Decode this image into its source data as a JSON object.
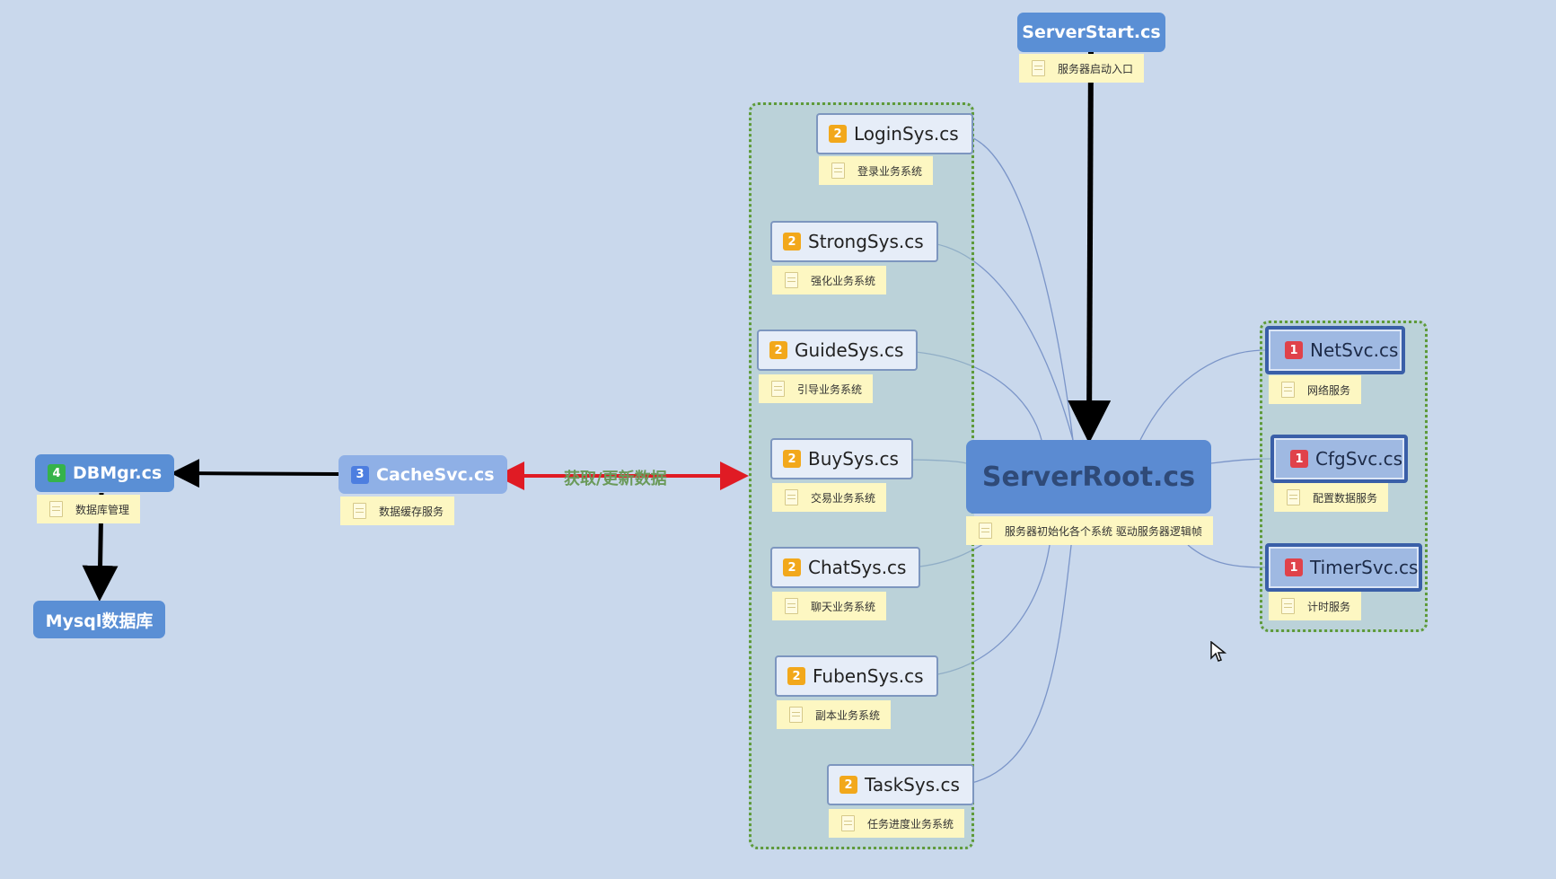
{
  "colors": {
    "background": "#c9d8ec",
    "group_border": "#5e9a3a",
    "connector": "#7b95c8",
    "arrow_black": "#000000",
    "arrow_red": "#e01b24",
    "badge_1": "#e0424a",
    "badge_2": "#f2a81b",
    "badge_3": "#4d7ee0",
    "badge_4": "#35b34a"
  },
  "nodes": {
    "server_start": {
      "label": "ServerStart.cs",
      "note": "服务器启动入口"
    },
    "server_root": {
      "label": "ServerRoot.cs",
      "note": "服务器初始化各个系统 驱动服务器逻辑帧"
    },
    "login": {
      "badge": "2",
      "label": "LoginSys.cs",
      "note": "登录业务系统"
    },
    "strong": {
      "badge": "2",
      "label": "StrongSys.cs",
      "note": "强化业务系统"
    },
    "guide": {
      "badge": "2",
      "label": "GuideSys.cs",
      "note": "引导业务系统"
    },
    "buy": {
      "badge": "2",
      "label": "BuySys.cs",
      "note": "交易业务系统"
    },
    "chat": {
      "badge": "2",
      "label": "ChatSys.cs",
      "note": "聊天业务系统"
    },
    "fuben": {
      "badge": "2",
      "label": "FubenSys.cs",
      "note": "副本业务系统"
    },
    "task": {
      "badge": "2",
      "label": "TaskSys.cs",
      "note": "任务进度业务系统"
    },
    "net": {
      "badge": "1",
      "label": "NetSvc.cs",
      "note": "网络服务"
    },
    "cfg": {
      "badge": "1",
      "label": "CfgSvc.cs",
      "note": "配置数据服务"
    },
    "timer": {
      "badge": "1",
      "label": "TimerSvc.cs",
      "note": "计时服务"
    },
    "cache": {
      "badge": "3",
      "label": "CacheSvc.cs",
      "note": "数据缓存服务"
    },
    "dbmgr": {
      "badge": "4",
      "label": "DBMgr.cs",
      "note": "数据库管理"
    },
    "mysql": {
      "label": "Mysql数据库"
    }
  },
  "edges": {
    "cache_systems_label": "获取/更新数据"
  },
  "icons": {
    "note": "document-icon",
    "cursor": "mouse-pointer-icon"
  }
}
